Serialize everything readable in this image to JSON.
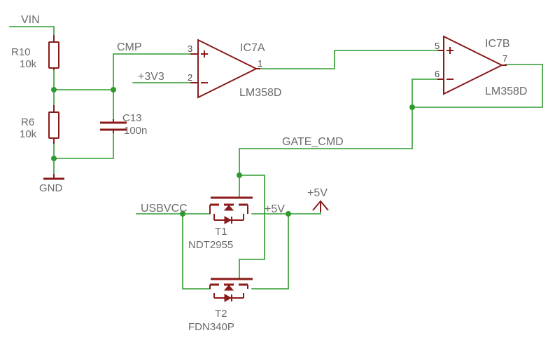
{
  "labels": {
    "vin": "VIN",
    "cmp": "CMP",
    "v3v3": "+3V3",
    "gate_cmd": "GATE_CMD",
    "usbvcc": "USBVCC",
    "plus5v_wire": "+5V",
    "plus5v_symbol": "+5V",
    "gnd": "GND"
  },
  "components": {
    "r10": {
      "name": "R10",
      "value": "10k"
    },
    "r6": {
      "name": "R6",
      "value": "10k"
    },
    "c13": {
      "name": "C13",
      "value": "100n"
    },
    "ic7a": {
      "name": "IC7A",
      "value": "LM358D",
      "pin_plus": "3",
      "pin_minus": "2",
      "pin_out": "1"
    },
    "ic7b": {
      "name": "IC7B",
      "value": "LM358D",
      "pin_plus": "5",
      "pin_minus": "6",
      "pin_out": "7"
    },
    "t1": {
      "name": "T1",
      "value": "NDT2955"
    },
    "t2": {
      "name": "T2",
      "value": "FDN340P"
    }
  },
  "colors": {
    "wire": "#2f9a2f",
    "symbol": "#8b1a1a",
    "text": "#6b6b6b"
  }
}
